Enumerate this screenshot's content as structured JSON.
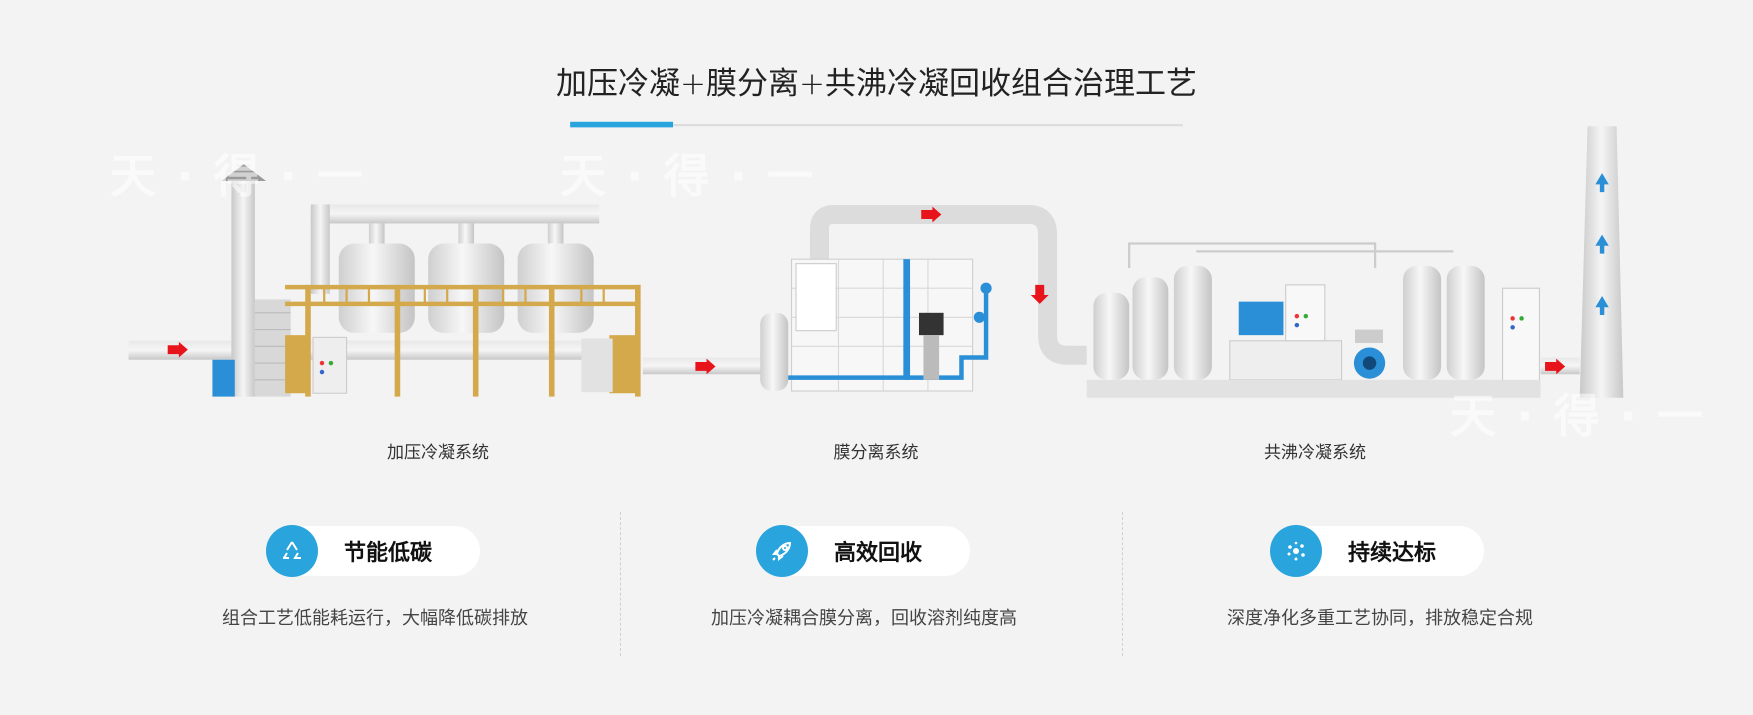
{
  "title": "加压冷凝+膜分离+共沸冷凝回收组合治理工艺",
  "watermark": "天·得·一",
  "systems": [
    {
      "label": "加压冷凝系统"
    },
    {
      "label": "膜分离系统"
    },
    {
      "label": "共沸冷凝系统"
    }
  ],
  "features": [
    {
      "title": "节能低碳",
      "icon": "recycle-icon",
      "desc": "组合工艺低能耗运行，大幅降低碳排放"
    },
    {
      "title": "高效回收",
      "icon": "rocket-icon",
      "desc": "加压冷凝耦合膜分离，回收溶剂纯度高"
    },
    {
      "title": "持续达标",
      "icon": "particles-icon",
      "desc": "深度净化多重工艺协同，排放稳定合规"
    }
  ],
  "colors": {
    "accent": "#2aa4dd",
    "platform": "#d4a94c",
    "arrow": "#e8141b",
    "pipe": "#d6d6d6"
  }
}
